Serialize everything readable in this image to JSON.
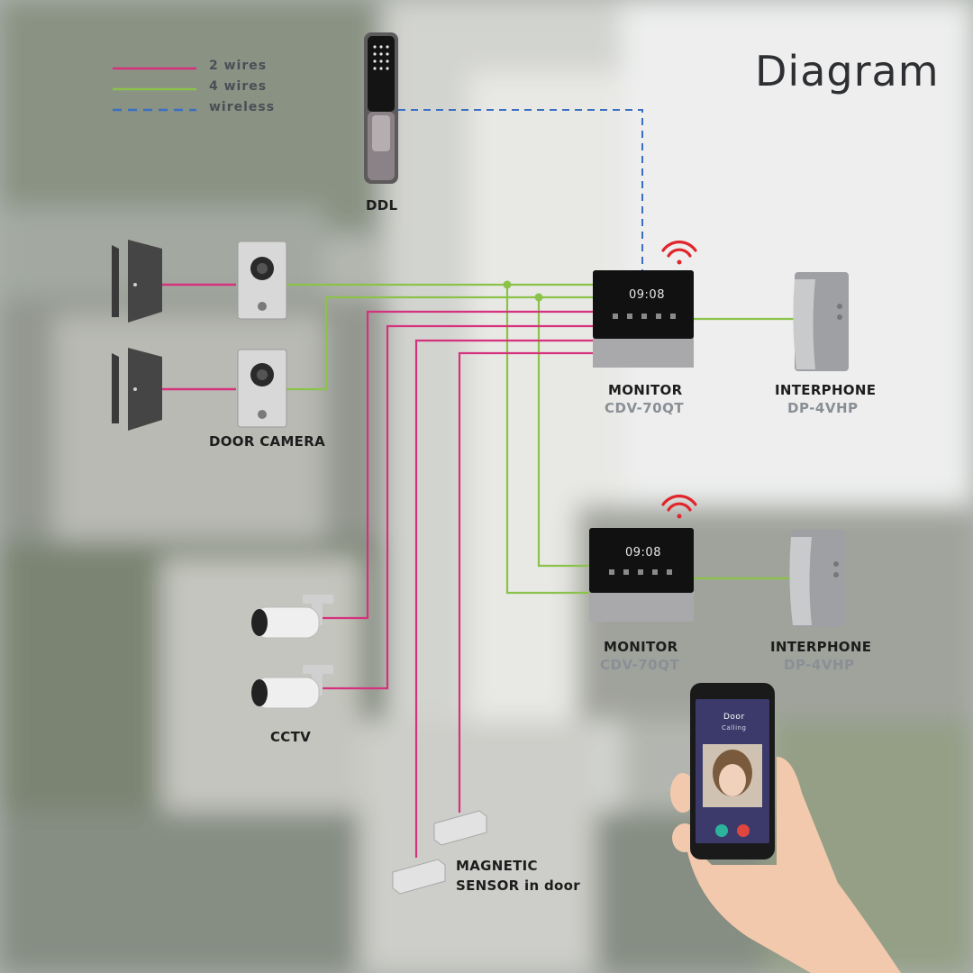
{
  "title": "Diagram",
  "legend": [
    {
      "label": "2   wires",
      "color": "#d6317c",
      "style": "solid"
    },
    {
      "label": "4   wires",
      "color": "#8bc34a",
      "style": "solid"
    },
    {
      "label": "wireless",
      "color": "#3b6fc4",
      "style": "dashed"
    }
  ],
  "devices": {
    "ddl": {
      "label": "DDL"
    },
    "door_camera": {
      "label": "DOOR CAMERA"
    },
    "monitor_1": {
      "label": "MONITOR",
      "model": "CDV-70QT",
      "screen_time": "09:08"
    },
    "interphone_1": {
      "label": "INTERPHONE",
      "model": "DP-4VHP"
    },
    "monitor_2": {
      "label": "MONITOR",
      "model": "CDV-70QT",
      "screen_time": "09:08"
    },
    "interphone_2": {
      "label": "INTERPHONE",
      "model": "DP-4VHP"
    },
    "cctv": {
      "label": "CCTV"
    },
    "magnetic_sensor": {
      "label_line1": "MAGNETIC",
      "label_line2": "SENSOR in door"
    },
    "phone": {
      "screen_title": "Door",
      "screen_subtitle": "Calling"
    }
  },
  "colors": {
    "two_wire": "#d6317c",
    "four_wire": "#8bc34a",
    "wireless": "#3b6fc4",
    "wifi": "#e0262b"
  }
}
